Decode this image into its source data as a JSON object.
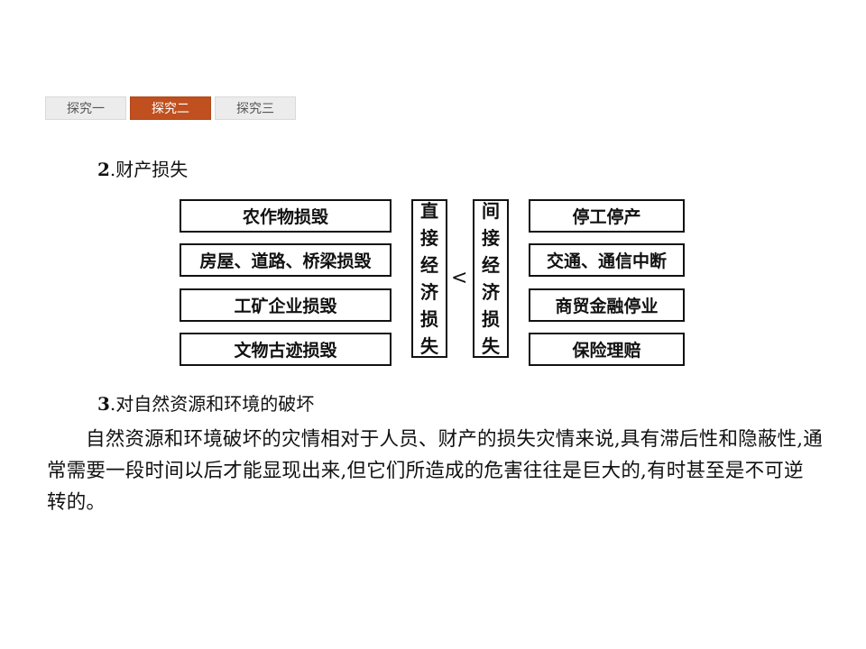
{
  "tabs": [
    "探究一",
    "探究二",
    "探究三"
  ],
  "active_tab": 1,
  "section2": {
    "num": "2",
    "title": ".财产损失"
  },
  "diagram": {
    "left_items": [
      "农作物损毁",
      "房屋、道路、桥梁损毁",
      "工矿企业损毁",
      "文物古迹损毁"
    ],
    "left_center": "直接经济损失",
    "relation": "<",
    "right_center": "间接经济损失",
    "right_items": [
      "停工停产",
      "交通、通信中断",
      "商贸金融停业",
      "保险理赔"
    ]
  },
  "section3": {
    "num": "3",
    "title": ".对自然资源和环境的破坏"
  },
  "paragraph": "自然资源和环境破坏的灾情相对于人员、财产的损失灾情来说,具有滞后性和隐蔽性,通常需要一段时间以后才能显现出来,但它们所造成的危害往往是巨大的,有时甚至是不可逆转的。"
}
